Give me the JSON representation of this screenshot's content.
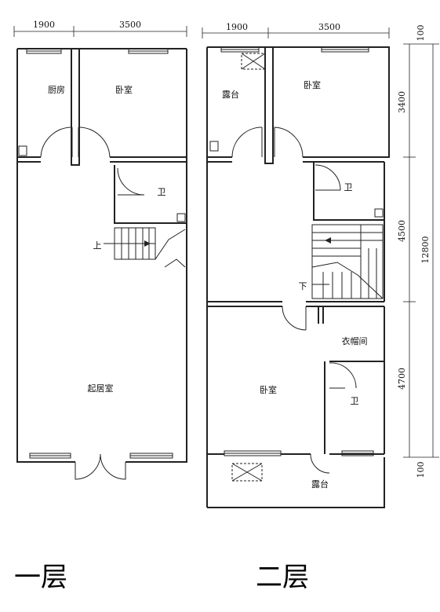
{
  "floor1": {
    "caption": "一层",
    "dims": {
      "w1": "1900",
      "w2": "3500"
    },
    "rooms": {
      "kitchen": "厨房",
      "bedroom": "卧室",
      "bath": "卫",
      "living": "起居室"
    },
    "stair_up": "上"
  },
  "floor2": {
    "caption": "二层",
    "dims": {
      "w1": "1900",
      "w2": "3500",
      "top": "100",
      "h1": "3400",
      "h2": "4500",
      "total": "12800",
      "h3": "4700",
      "bottom": "100"
    },
    "rooms": {
      "terrace_top": "露台",
      "bedroom_top": "卧室",
      "bath_top": "卫",
      "closet": "衣帽间",
      "bedroom_bottom": "卧室",
      "bath_bottom": "卫",
      "terrace_bottom": "露台"
    },
    "stair_down": "下"
  }
}
